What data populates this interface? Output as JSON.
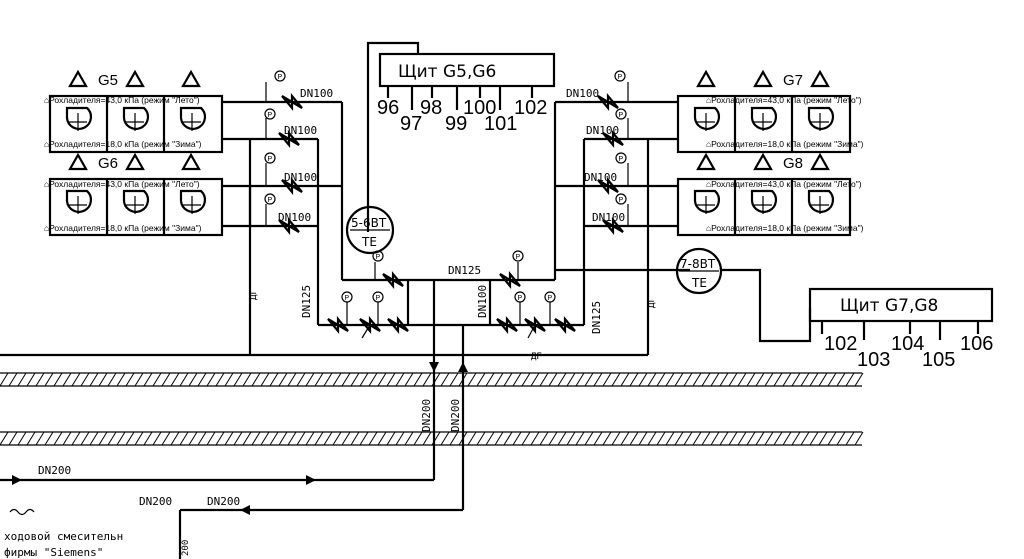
{
  "units": {
    "g5": {
      "name": "G5",
      "summer": "⌂Рохладителя=43,0 кПа (режим \"Лето\")",
      "winter": "⌂Рохладителя=18,0 кПа (режим \"Зима\")"
    },
    "g6": {
      "name": "G6",
      "summer": "⌂Рохладителя=43,0 кПа (режим \"Лето\")",
      "winter": "⌂Рохладителя=18,0 кПа (режим \"Зима\")"
    },
    "g7": {
      "name": "G7",
      "summer": "⌂Рохладителя=43,0 кПа (режим \"Лето\")",
      "winter": "⌂Рохладителя=18,0 кПа (режим \"Зима\")"
    },
    "g8": {
      "name": "G8",
      "summer": "⌂Рохладителя=43,0 кПа (режим \"Лето\")",
      "winter": "⌂Рохладителя=18,0 кПа (режим \"Зима\")"
    }
  },
  "panels": {
    "p1": {
      "title": "Щит G5,G6",
      "terminals": [
        "96",
        "97",
        "98",
        "99",
        "100",
        "101",
        "102"
      ]
    },
    "p2": {
      "title": "Щит G7,G8",
      "terminals": [
        "102",
        "103",
        "104",
        "105",
        "106"
      ]
    }
  },
  "sensors": {
    "s1": {
      "top": "5-6ВТ",
      "bottom": "TE"
    },
    "s2": {
      "top": "7-8ВТ",
      "bottom": "TE"
    }
  },
  "pipes": {
    "dn100": "DN100",
    "dn125": "DN125",
    "dn200": "DN200",
    "drain": "ДГ"
  },
  "gauge": "P",
  "footer": {
    "line1": "ходовой смесительн",
    "line2": "фирмы \"Siemens\"",
    "side": "200"
  }
}
